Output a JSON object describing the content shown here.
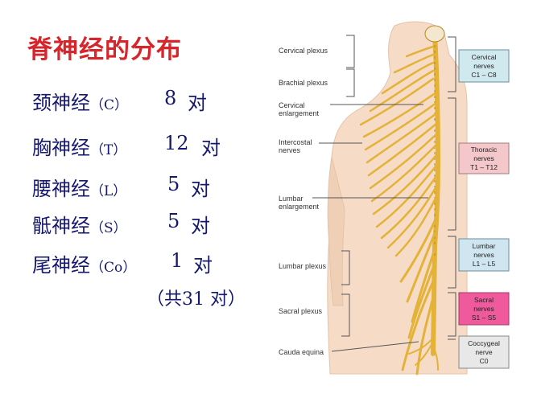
{
  "title": "脊神经的分布",
  "nerves": [
    {
      "name": "颈神经",
      "abbr": "（C）",
      "count": "8",
      "unit": "对"
    },
    {
      "name": "胸神经",
      "abbr": "（T）",
      "count": "12",
      "unit": "对"
    },
    {
      "name": "腰神经",
      "abbr": "（L）",
      "count": "5",
      "unit": "对"
    },
    {
      "name": "骶神经",
      "abbr": "（S）",
      "count": "5",
      "unit": "对"
    },
    {
      "name": "尾神经",
      "abbr": "（Co）",
      "count": "1",
      "unit": "对"
    }
  ],
  "total": "（共31 对）",
  "diagram": {
    "left_labels": [
      "Cervical plexus",
      "Brachial plexus",
      "Cervical",
      "enlargement",
      "Intercostal",
      "nerves",
      "Lumbar",
      "enlargement",
      "Lumbar plexus",
      "Sacral plexus",
      "Cauda equina"
    ],
    "right_boxes": [
      {
        "line1": "Cervical",
        "line2": "nerves",
        "line3": "C1 – C8",
        "color": "#cfe9ef"
      },
      {
        "line1": "Thoracic",
        "line2": "nerves",
        "line3": "T1 – T12",
        "color": "#f4c7cb"
      },
      {
        "line1": "Lumbar",
        "line2": "nerves",
        "line3": "L1 – L5",
        "color": "#cfe6f1"
      },
      {
        "line1": "Sacral",
        "line2": "nerves",
        "line3": "S1 – S5",
        "color": "#ee5a9b"
      },
      {
        "line1": "Coccygeal",
        "line2": "nerve",
        "line3": "C0",
        "color": "#e8e8e8"
      }
    ],
    "colors": {
      "skin": "#f6dcc6",
      "nerve": "#e3b237",
      "nerve_dark": "#b88b1c",
      "bracket": "#555555"
    }
  }
}
